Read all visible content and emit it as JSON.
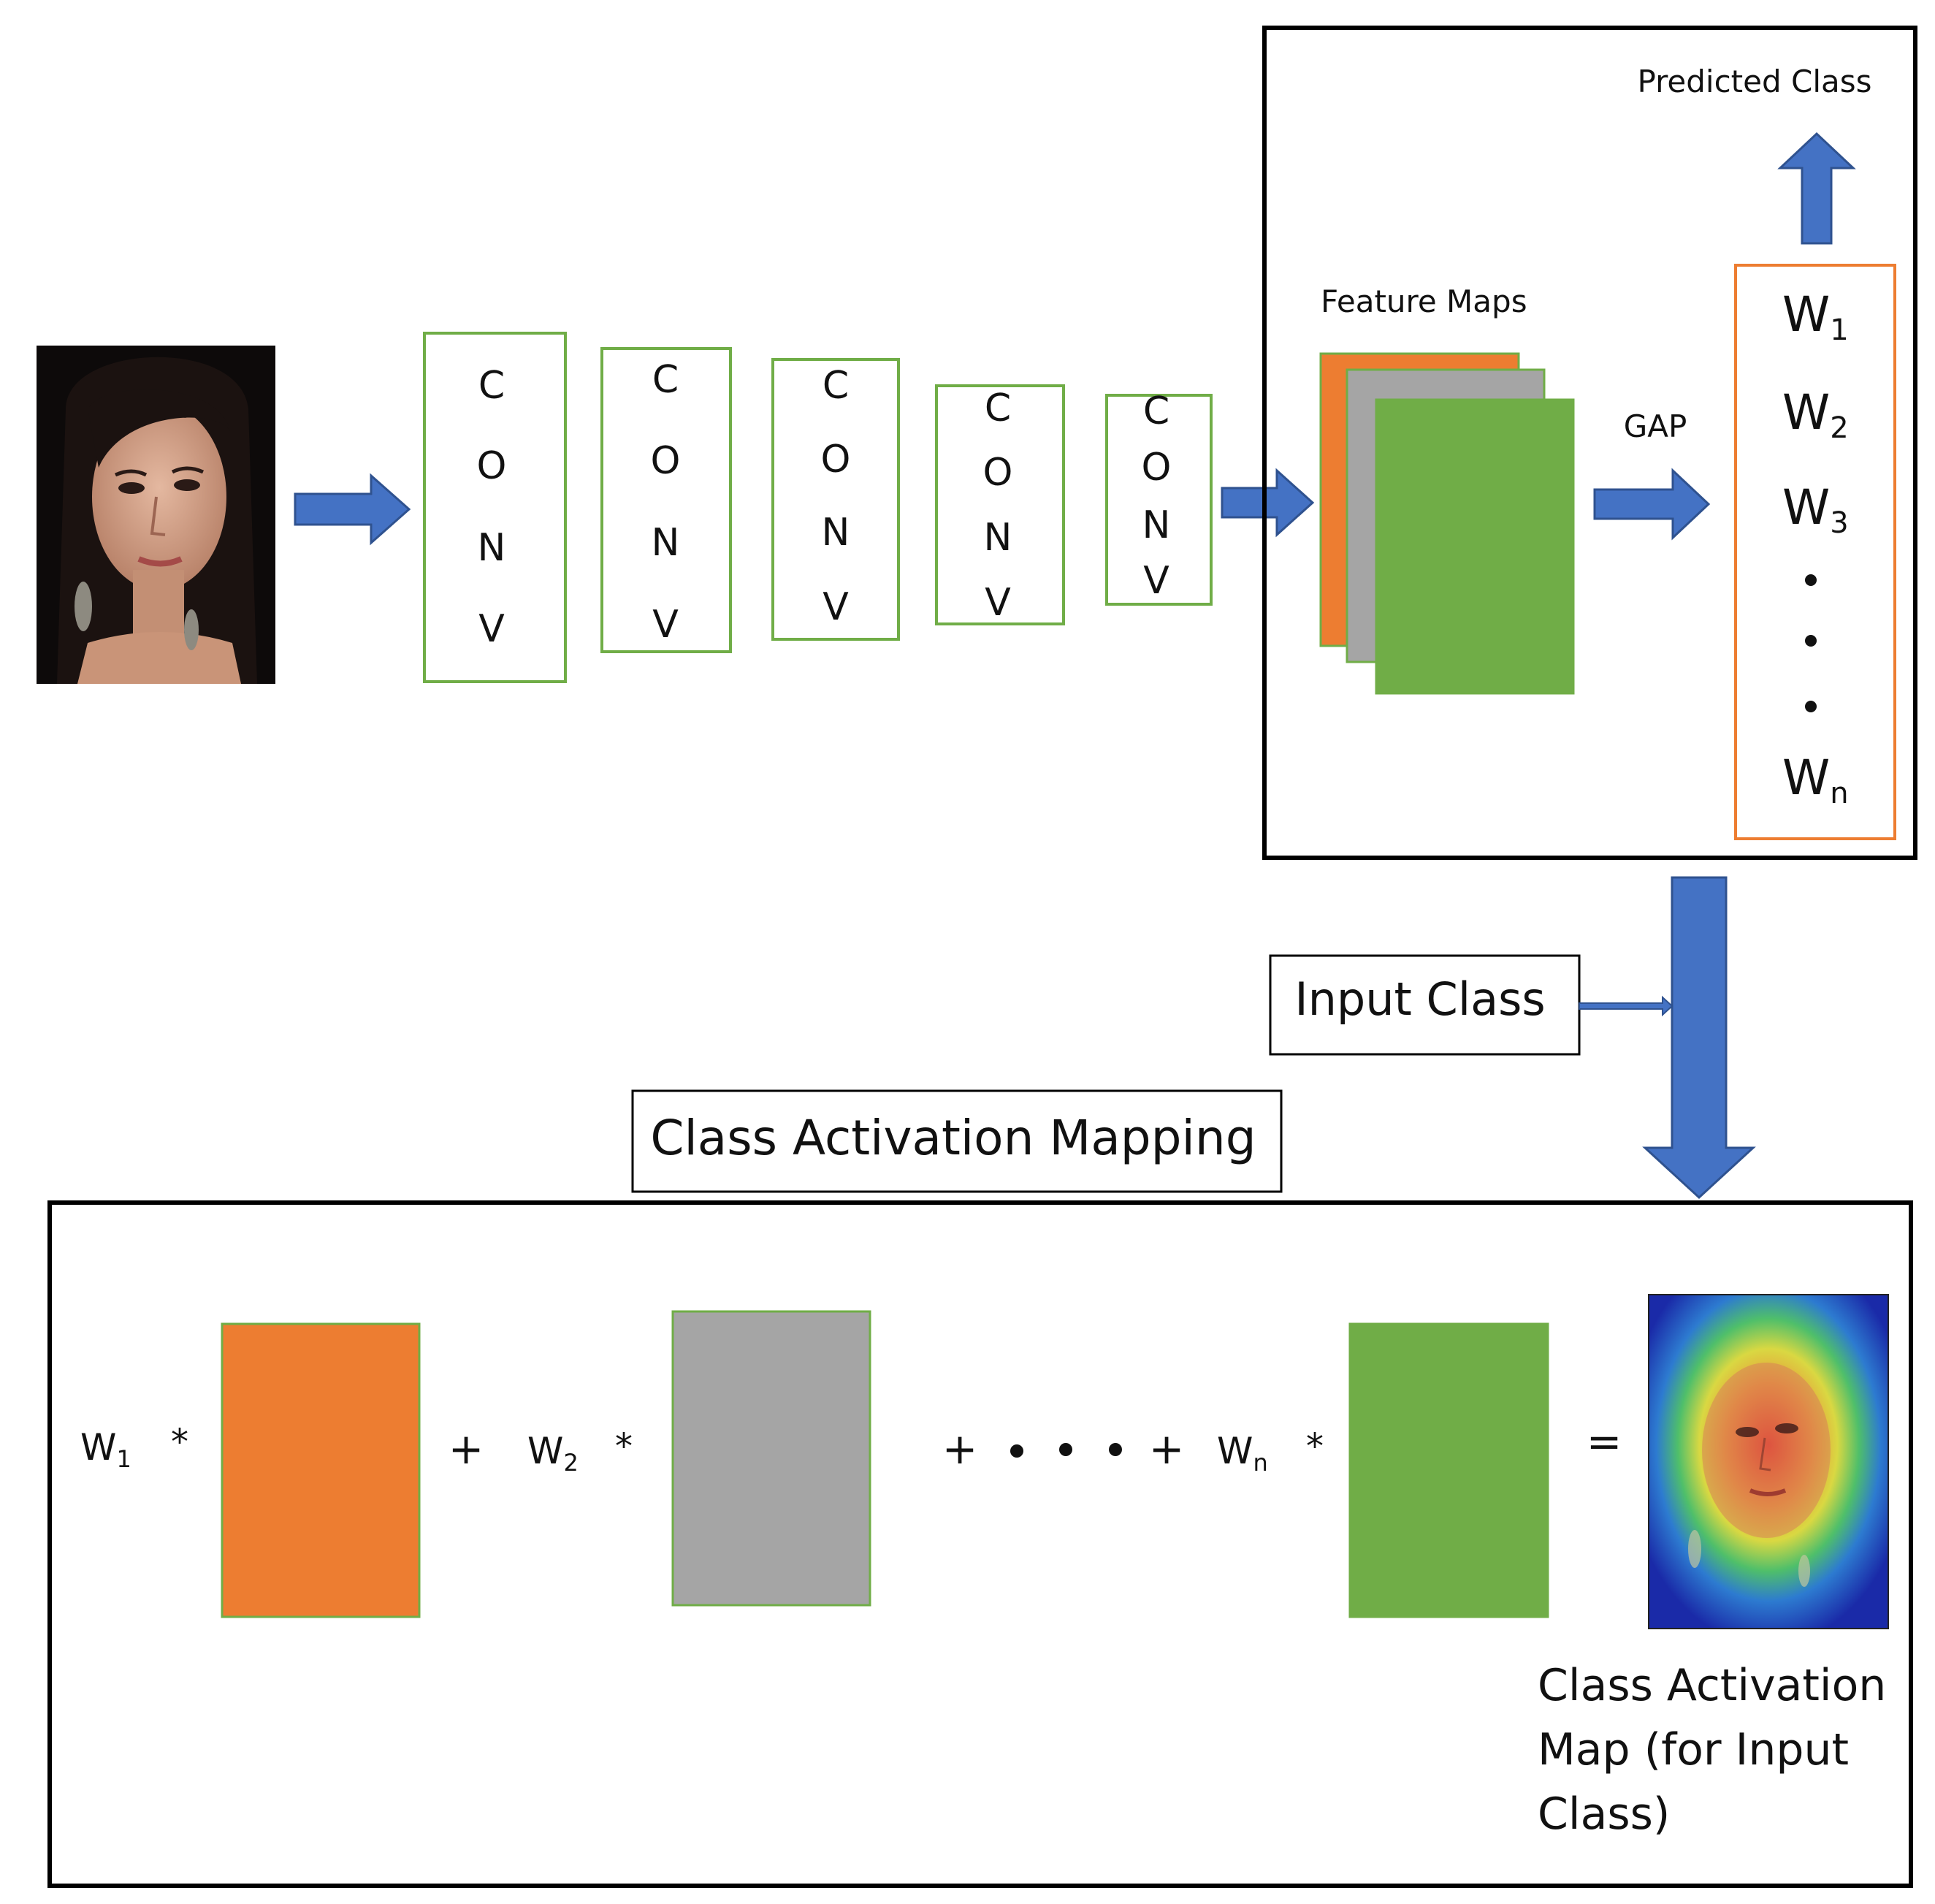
{
  "colors": {
    "orange": "#ED7D31",
    "gray": "#A5A5A5",
    "green": "#70AD47",
    "arrow_blue": "#4472C4",
    "arrow_edge": "#2F528F",
    "box_border_green": "#70AD47",
    "weights_border": "#ED7D31",
    "frame": "#000000"
  },
  "images": {
    "input_face": "face-photo",
    "output_map": "heatmap-face-photo"
  },
  "conv_blocks": [
    {
      "letters": [
        "C",
        "O",
        "N",
        "V"
      ]
    },
    {
      "letters": [
        "C",
        "O",
        "N",
        "V"
      ]
    },
    {
      "letters": [
        "C",
        "O",
        "N",
        "V"
      ]
    },
    {
      "letters": [
        "C",
        "O",
        "N",
        "V"
      ]
    },
    {
      "letters": [
        "C",
        "O",
        "N",
        "V"
      ]
    }
  ],
  "top_panel": {
    "predicted_class": "Predicted Class",
    "feature_maps": "Feature Maps",
    "gap": "GAP",
    "weights": {
      "w1": {
        "base": "W",
        "sub": "1"
      },
      "w2": {
        "base": "W",
        "sub": "2"
      },
      "w3": {
        "base": "W",
        "sub": "3"
      },
      "wn": {
        "base": "W",
        "sub": "n"
      }
    }
  },
  "input_class": "Input Class",
  "cam_title": "Class Activation Mapping",
  "equation": {
    "w1": {
      "base": "W",
      "sub": "1"
    },
    "w2": {
      "base": "W",
      "sub": "2"
    },
    "wn": {
      "base": "W",
      "sub": "n"
    },
    "times": "*",
    "plus": "+",
    "equals": "="
  },
  "output_caption": [
    "Class Activation",
    "Map (for Input",
    "Class)"
  ]
}
